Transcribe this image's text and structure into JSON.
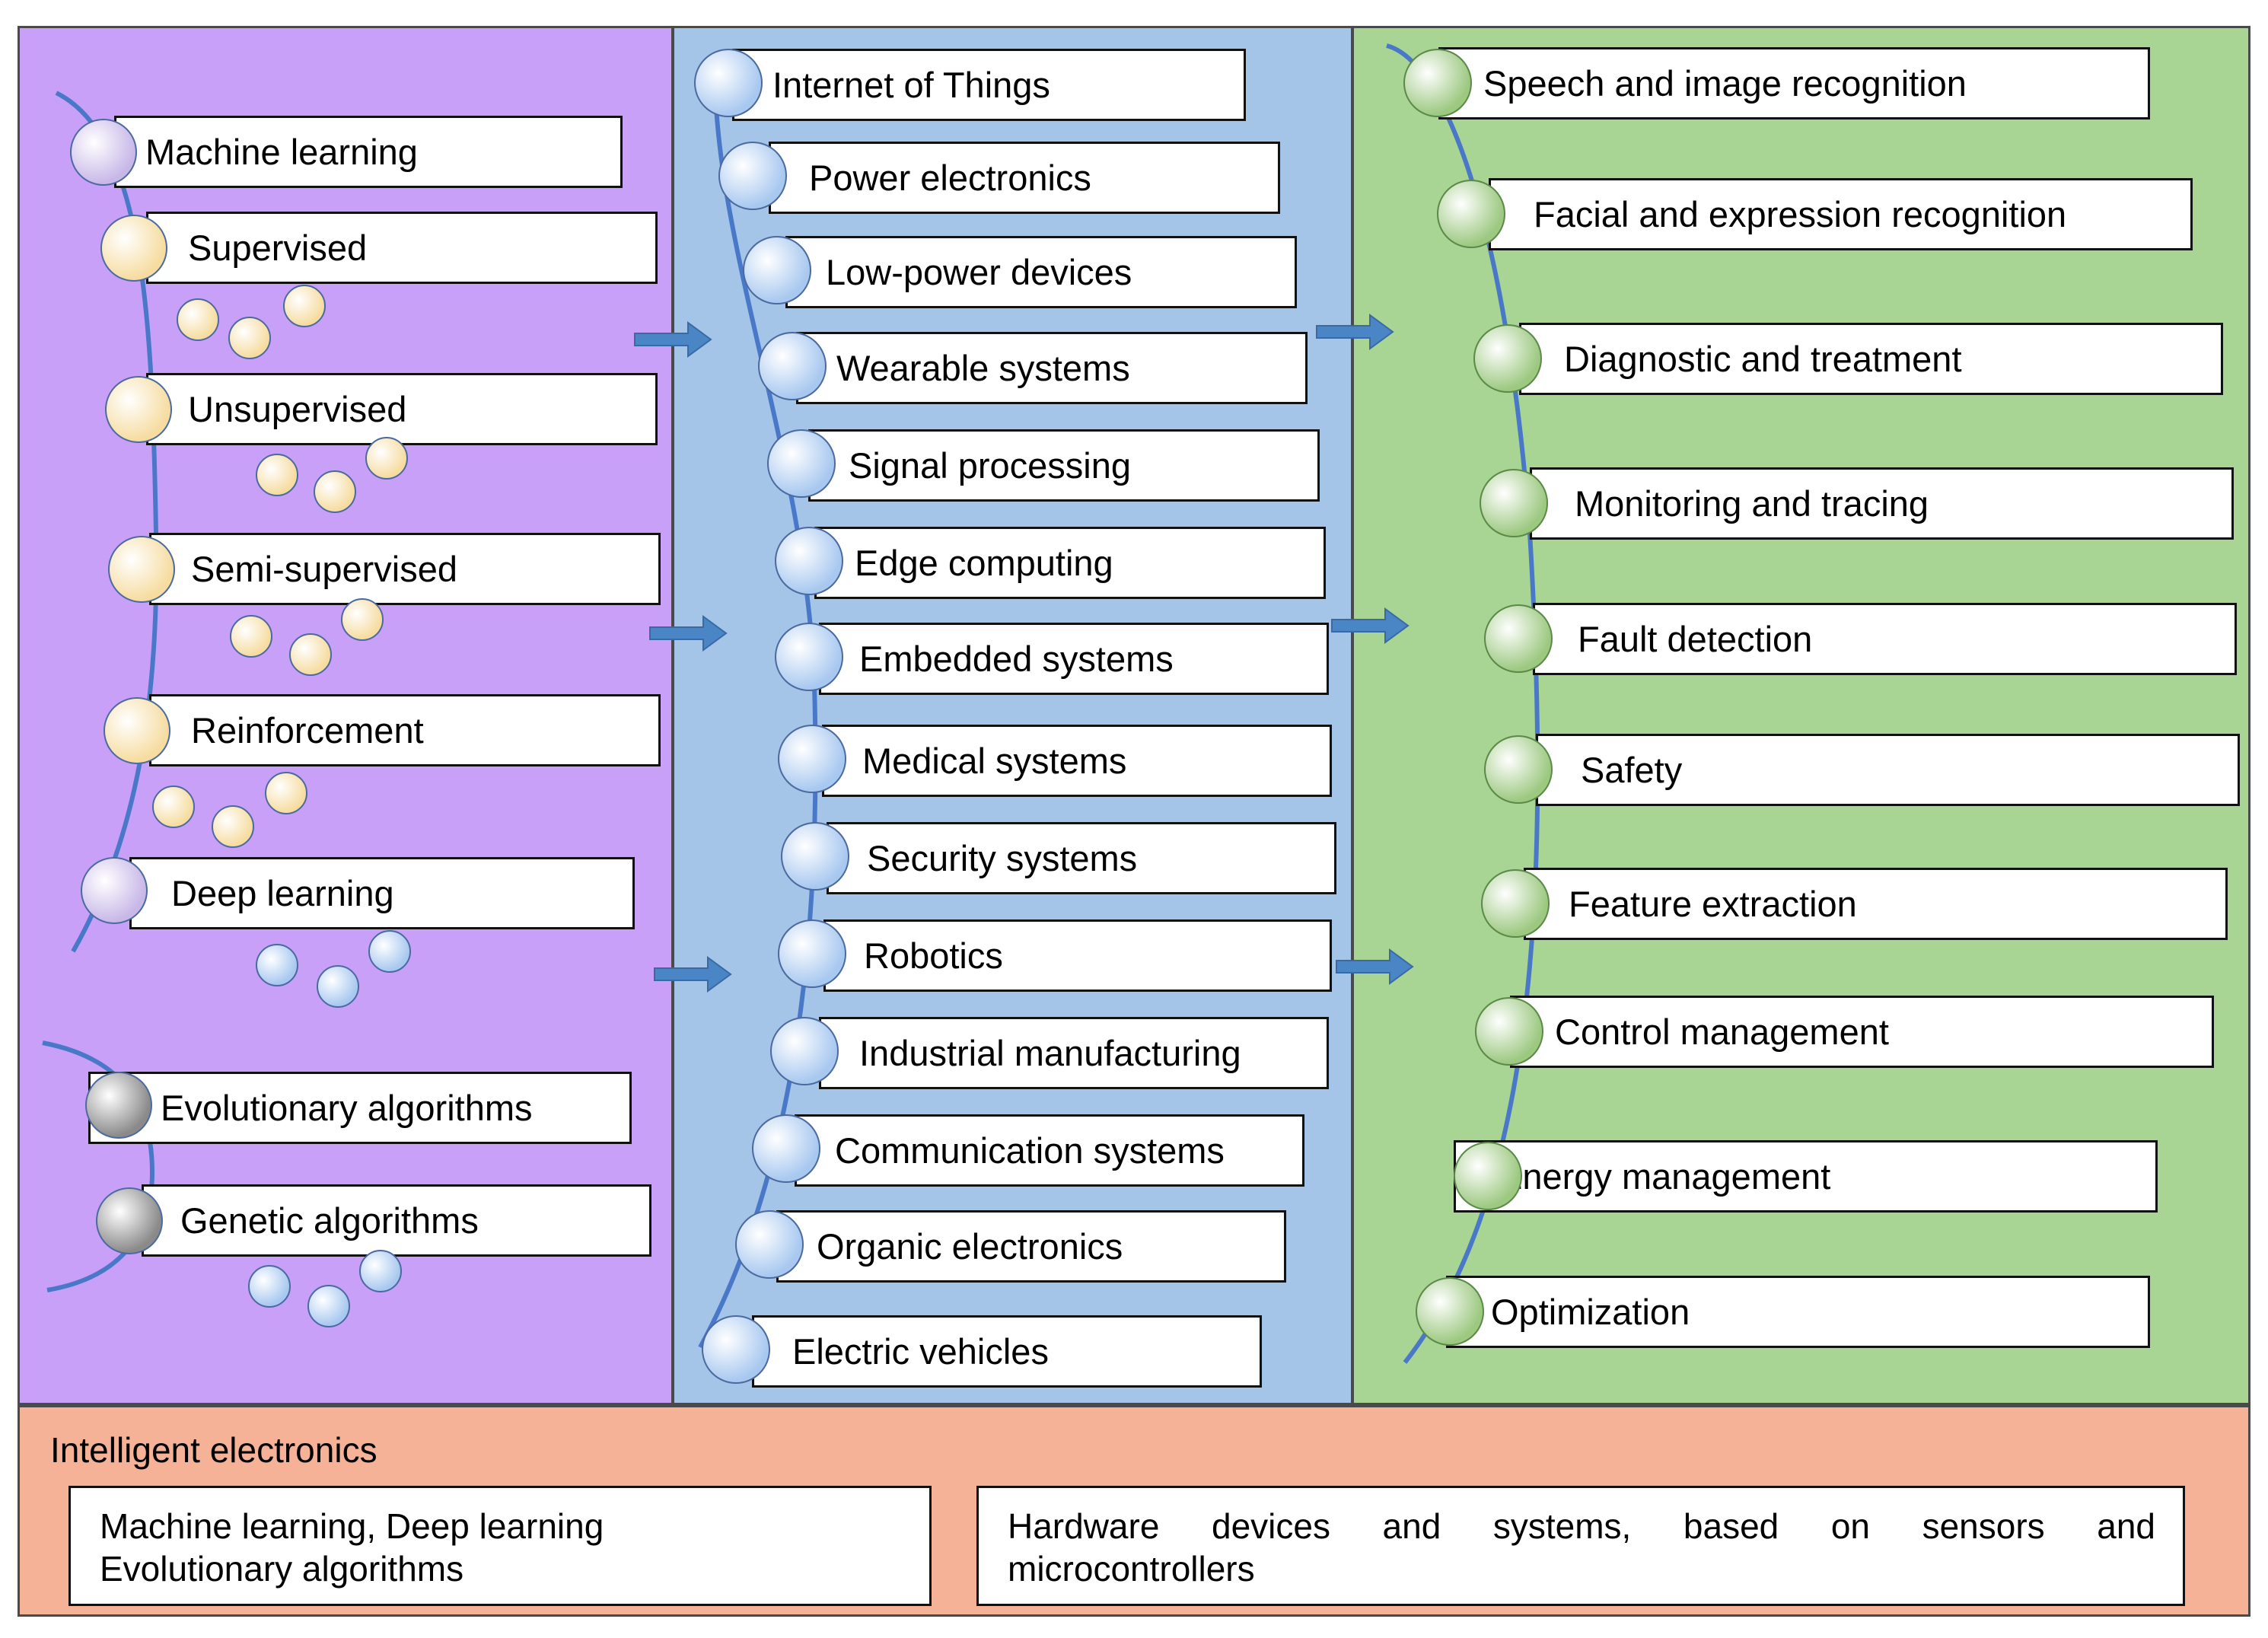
{
  "colors": {
    "ml_panel": "#c8a0f8",
    "hardware_panel": "#a4c4e8",
    "applications_panel": "#a8d494",
    "bottom_panel": "#f5b297",
    "curve": "#4a78c8",
    "arrow": "#4a86c6",
    "ml_node": "#c8b8e8",
    "learning_type_node": "#f6dca0",
    "evolutionary_node": "#8a8a8a",
    "hardware_node": "#a8c8f0",
    "application_node": "#9cc880"
  },
  "ml_panel": {
    "groups": [
      {
        "label": "Machine learning",
        "node": "ml_node"
      },
      {
        "label": "Supervised",
        "node": "learning_type_node"
      },
      {
        "label": "Unsupervised",
        "node": "learning_type_node"
      },
      {
        "label": "Semi-supervised",
        "node": "learning_type_node"
      },
      {
        "label": "Reinforcement",
        "node": "learning_type_node"
      },
      {
        "label": "Deep learning",
        "node": "ml_node"
      },
      {
        "label": "Evolutionary algorithms",
        "node": "evolutionary_node"
      },
      {
        "label": "Genetic algorithms",
        "node": "evolutionary_node"
      }
    ]
  },
  "hardware_panel": {
    "items": [
      "Internet of Things",
      "Power electronics",
      "Low-power devices",
      "Wearable systems",
      "Signal processing",
      "Edge computing",
      "Embedded systems",
      "Medical systems",
      "Security systems",
      "Robotics",
      "Industrial manufacturing",
      "Communication systems",
      "Organic electronics",
      "Electric vehicles"
    ]
  },
  "applications_panel": {
    "items": [
      "Speech and image recognition",
      "Facial and expression recognition",
      "Diagnostic and treatment",
      "Monitoring and tracing",
      "Fault detection",
      "Safety",
      "Feature extraction",
      "Control management",
      "Energy management",
      "Optimization"
    ]
  },
  "bottom_panel": {
    "title": "Intelligent electronics",
    "left_box": {
      "line1": "Machine learning, Deep learning",
      "line2": "Evolutionary algorithms"
    },
    "right_box": {
      "line1_words": [
        "Hardware",
        "devices",
        "and",
        "systems,",
        "based",
        "on",
        "sensors",
        "and"
      ],
      "line2": "microcontrollers"
    }
  }
}
